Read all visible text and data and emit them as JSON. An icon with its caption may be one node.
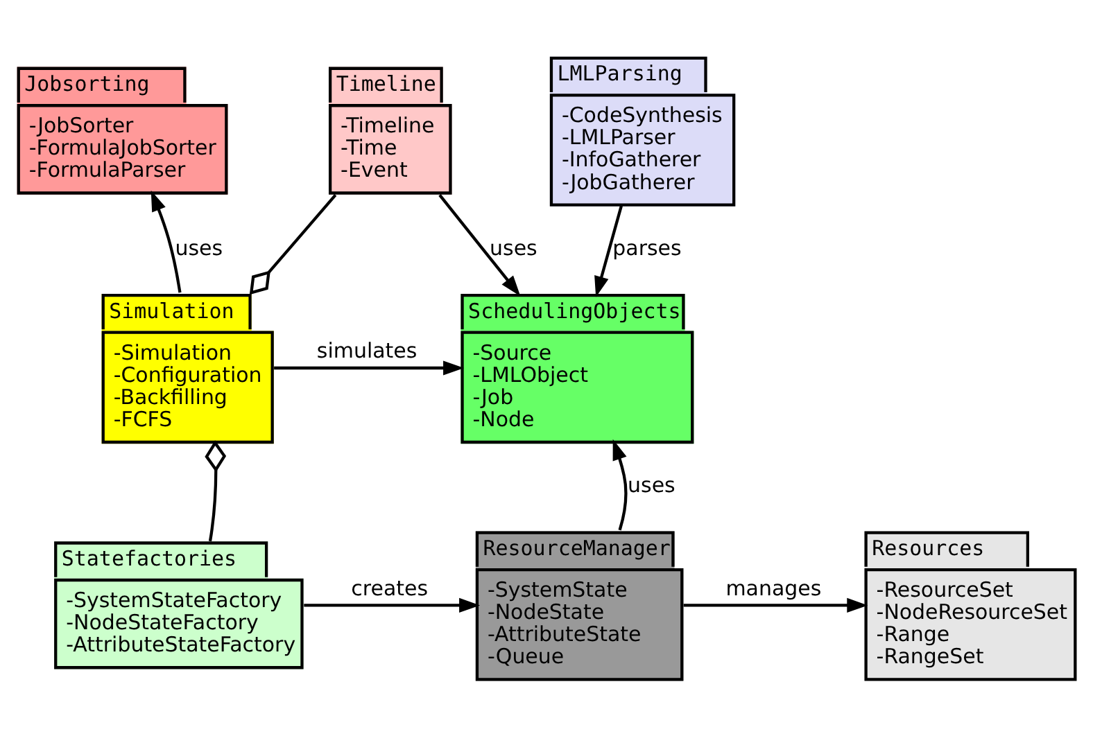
{
  "diagram": {
    "nodes": [
      {
        "text": [
          "Jobsorting",
          "-JobSorter",
          "-FormulaJobSorter",
          "-FormulaParser"
        ]
      },
      {
        "text": [
          "Timeline",
          "-Timeline",
          "-Time",
          "-Event"
        ]
      },
      {
        "text": [
          "LMLParsing",
          "-CodeSynthesis",
          "-LMLParser",
          "-InfoGatherer",
          "-JobGatherer"
        ]
      },
      {
        "text": [
          "Simulation",
          "-Simulation",
          "-Configuration",
          "-Backfilling",
          "-FCFS"
        ]
      },
      {
        "text": [
          "SchedulingObjects",
          "-Source",
          "-LMLObject",
          "-Job",
          "-Node"
        ]
      },
      {
        "text": [
          "Statefactories",
          "-SystemStateFactory",
          "-NodeStateFactory",
          "-AttributeStateFactory"
        ]
      },
      {
        "text": [
          "ResourceManager",
          "-SystemState",
          "-NodeState",
          "-AttributeState",
          "-Queue"
        ]
      },
      {
        "text": [
          "Resources",
          "-ResourceSet",
          "-NodeResourceSet",
          "-Range",
          "-RangeSet"
        ]
      }
    ],
    "edges": [
      {
        "from": 3,
        "to": 0,
        "arrow": "to",
        "label": "uses"
      },
      {
        "from": 1,
        "to": 3,
        "arrow": "other"
      },
      {
        "from": 1,
        "to": 4,
        "arrow": "to",
        "label": "uses"
      },
      {
        "from": 2,
        "to": 4,
        "arrow": "to",
        "label": "parses"
      },
      {
        "from": 3,
        "to": 4,
        "arrow": "to",
        "label": "simulates"
      },
      {
        "from": 5,
        "to": 3,
        "arrow": "other"
      },
      {
        "from": 5,
        "to": 6,
        "arrow": "to",
        "label": "creates"
      },
      {
        "from": 6,
        "to": 4,
        "arrow": "to",
        "label": "uses"
      },
      {
        "from": 6,
        "to": 7,
        "arrow": "to",
        "label": "manages"
      }
    ]
  }
}
